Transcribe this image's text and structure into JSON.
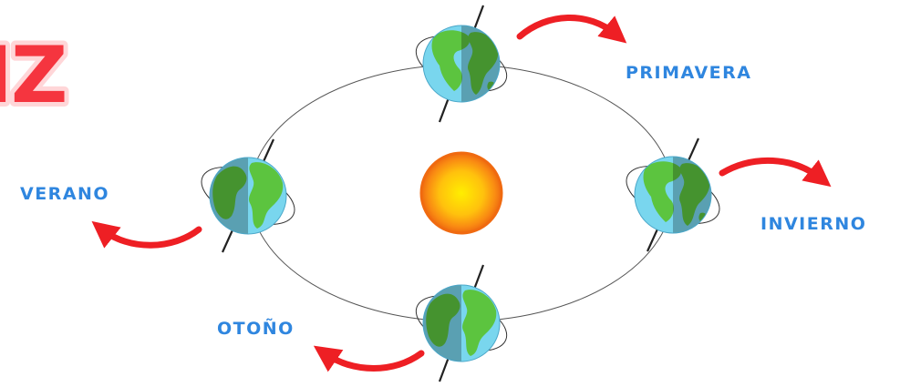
{
  "title_fragment": "IZ",
  "sun": {},
  "seasons": {
    "primavera": "PRIMAVERA",
    "verano": "VERANO",
    "invierno": "INVIERNO",
    "otono": "OTOÑO"
  },
  "colors": {
    "title": "#f5353f",
    "title_outline": "#ffd6d8",
    "label": "#2f86df",
    "arrow": "#ee1f24",
    "orbit": "#555555",
    "sun_center": "#ffe600",
    "sun_edge": "#f06a10",
    "ocean_light": "#7fd8ef",
    "ocean_dark": "#3a88d8",
    "land_light": "#5cc43f",
    "land_dark": "#3a8a36"
  }
}
